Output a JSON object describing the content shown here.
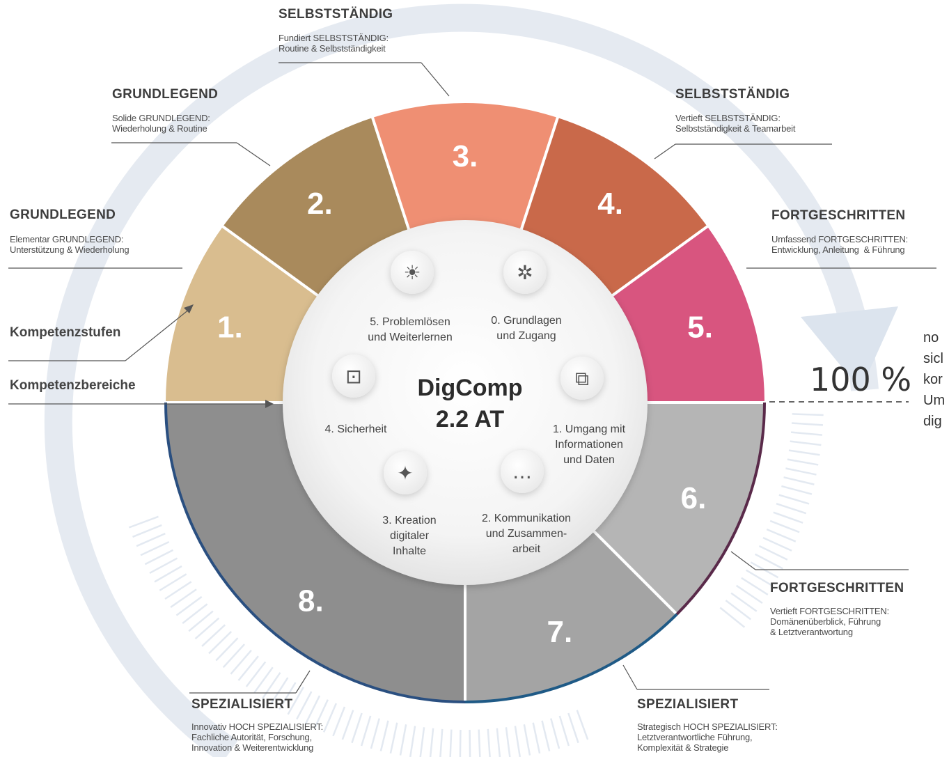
{
  "center": {
    "title_line1": "DigComp",
    "title_line2": "2.2 AT"
  },
  "levels": [
    {
      "number": "1.",
      "color": "#d9bd8f",
      "heading": "GRUNDLEGEND",
      "description": "Elementar GRUNDLEGEND:\nUnterstützung & Wiederholung"
    },
    {
      "number": "2.",
      "color": "#a98a5c",
      "heading": "GRUNDLEGEND",
      "description": "Solide GRUNDLEGEND:\nWiederholung & Routine"
    },
    {
      "number": "3.",
      "color": "#ef8f73",
      "heading": "SELBSTSTÄNDIG",
      "description": "Fundiert SELBSTSTÄNDIG:\nRoutine & Selbstständigkeit"
    },
    {
      "number": "4.",
      "color": "#c9694a",
      "heading": "SELBSTSTÄNDIG",
      "description": "Vertieft SELBSTSTÄNDIG:\nSelbstständigkeit & Teamarbeit"
    },
    {
      "number": "5.",
      "color": "#d8557f",
      "heading": "FORTGESCHRITTEN",
      "description": "Umfassend FORTGESCHRITTEN:\nEntwicklung, Anleitung  & Führung"
    },
    {
      "number": "6.",
      "color": "#b5b5b5",
      "heading": "FORTGESCHRITTEN",
      "description": "Vertieft FORTGESCHRITTEN:\nDomänenüberblick, Führung\n& Letztverantwortung"
    },
    {
      "number": "7.",
      "color": "#a4a4a4",
      "heading": "SPEZIALISIERT",
      "description": "Strategisch HOCH SPEZIALISIERT:\nLetztverantwortliche Führung,\nKomplexität & Strategie"
    },
    {
      "number": "8.",
      "color": "#8e8e8e",
      "heading": "SPEZIALISIERT",
      "description": "Innovativ HOCH SPEZIALISIERT:\nFachliche Autorität, Forschung,\nInnovation & Weiterentwicklung"
    }
  ],
  "areas": [
    {
      "label": "0. Grundlagen\nund Zugang",
      "icon": "gear-icon"
    },
    {
      "label": "1. Umgang mit\nInformationen\nund Daten",
      "icon": "folder-icon"
    },
    {
      "label": "2. Kommunikation\nund Zusammen-\narbeit",
      "icon": "chat-icon"
    },
    {
      "label": "3. Kreation\ndigitaler\nInhalte",
      "icon": "magic-wand-icon"
    },
    {
      "label": "4. Sicherheit",
      "icon": "phone-lock-icon"
    },
    {
      "label": "5. Problemlösen\nund Weiterlernen",
      "icon": "lightbulb-icon"
    }
  ],
  "side_labels": {
    "levels": "Kompetenzstufen",
    "areas": "Kompetenzbereiche"
  },
  "percent": "100 %",
  "note_lines": [
    "no",
    "sicl",
    "kor",
    "Um",
    "dig"
  ],
  "colors": {
    "arrow": "#dfe5ee",
    "ring_inner": "#f2f2f2",
    "divider": "#ffffff"
  }
}
